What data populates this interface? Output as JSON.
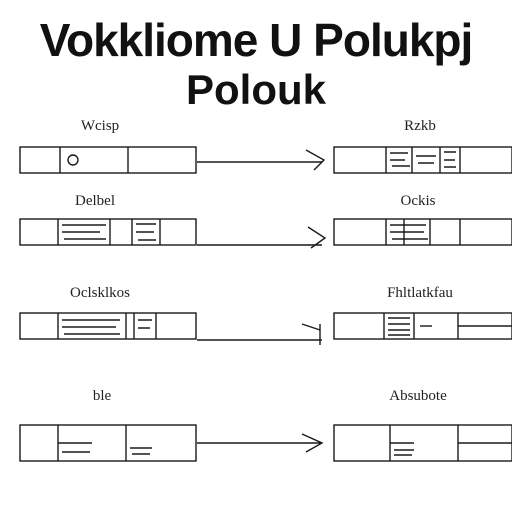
{
  "title": {
    "line1": "Vokkliome U Polukpj",
    "line2": "Polouk"
  },
  "rows": [
    {
      "left_label": "Wcisp",
      "right_label": "Rzkb"
    },
    {
      "left_label": "Delbel",
      "right_label": "Ockis"
    },
    {
      "left_label": "Oclsklkos",
      "right_label": "Fhltlatkfau"
    },
    {
      "left_label": "ble",
      "right_label": "Absubote"
    }
  ],
  "colors": {
    "ink": "#1a1a1a",
    "background": "#ffffff"
  }
}
